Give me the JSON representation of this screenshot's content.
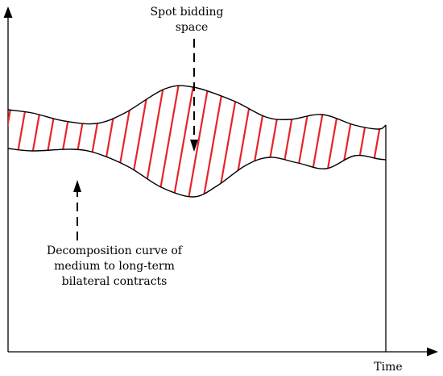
{
  "labels": {
    "spot_line1": "Spot bidding",
    "spot_line2": "space",
    "decomp_line1": "Decomposition curve of",
    "decomp_line2": "medium to  long-term",
    "decomp_line3": "bilateral contracts",
    "x_axis": "Time"
  },
  "colors": {
    "axis": "#000000",
    "curve": "#000000",
    "hatch": "#e8232a",
    "text": "#000000"
  }
}
